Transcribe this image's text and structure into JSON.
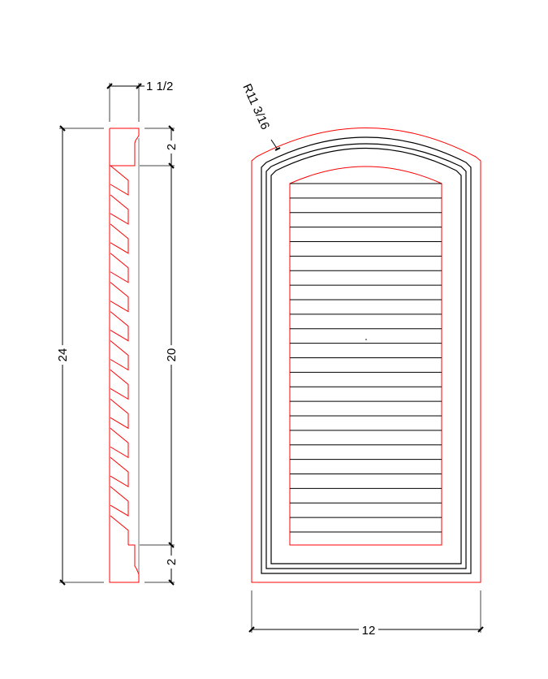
{
  "drawing": {
    "dimensions": {
      "depth": "1 1/2",
      "overall_height": "24",
      "top_rail": "2",
      "louver_height": "20",
      "bottom_rail": "2",
      "width": "12",
      "radius": "R11 3/16"
    },
    "louver_count": 25,
    "profile_slat_count": 13,
    "colors": {
      "outline": "#ff0000",
      "frame": "#000000",
      "dimension": "#000000",
      "profile_edge": "#bbbbbb"
    }
  }
}
